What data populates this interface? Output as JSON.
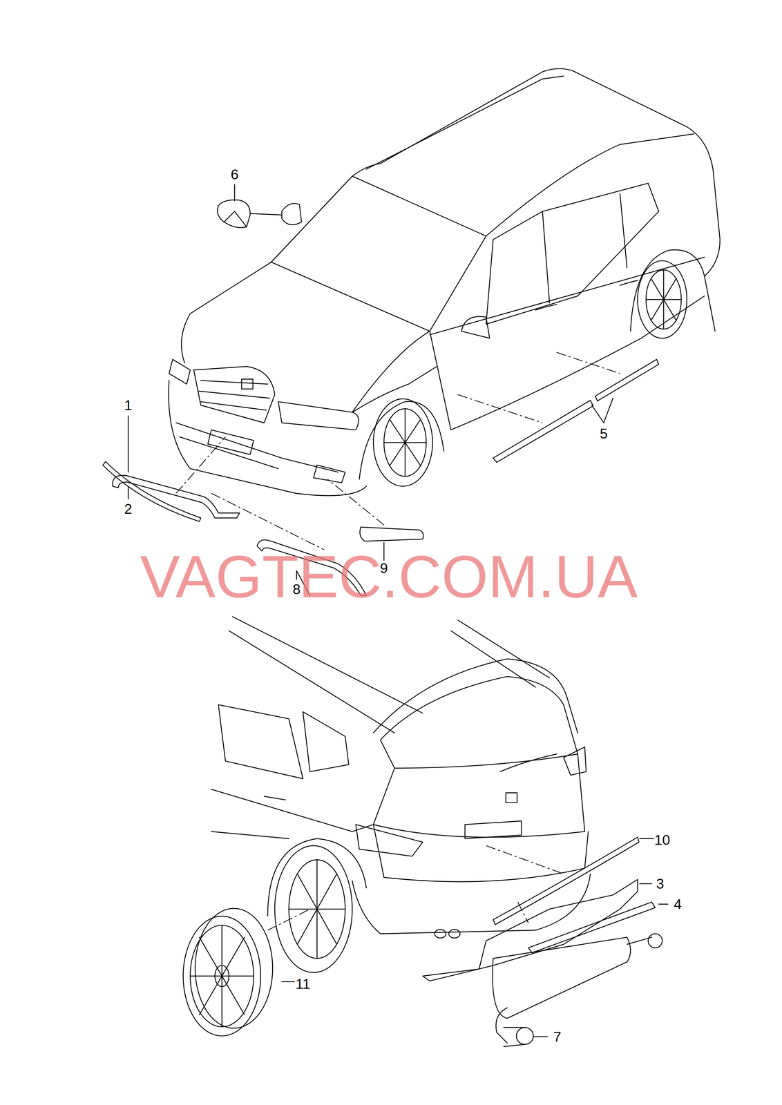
{
  "diagram": {
    "labels": [
      "6",
      "1",
      "5",
      "2",
      "9",
      "8",
      "VAGTEC.COM.UA",
      "10",
      "3",
      "4",
      "11",
      "7"
    ]
  }
}
